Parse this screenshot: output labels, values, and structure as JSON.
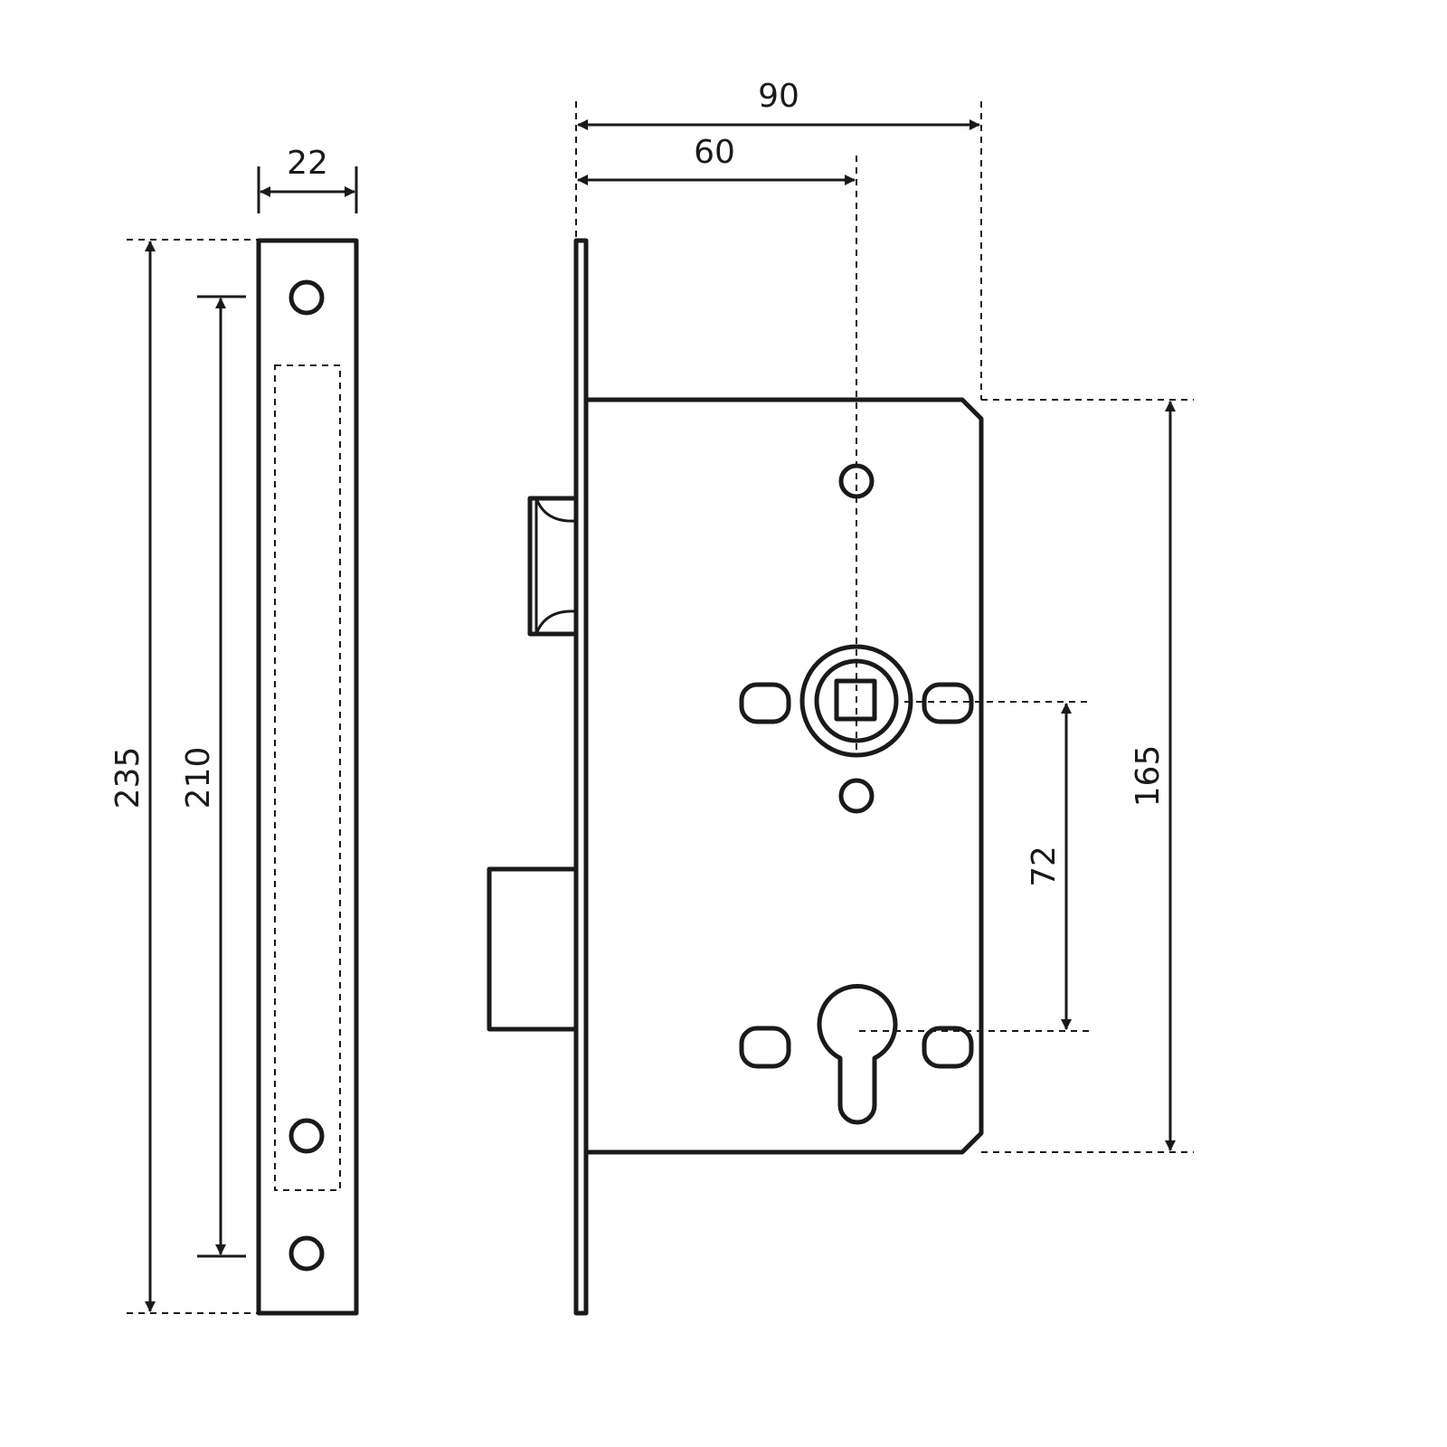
{
  "diagram": {
    "dimensions": {
      "faceplate_width": "22",
      "faceplate_height": "235",
      "screw_spacing": "210",
      "backset": "60",
      "case_depth": "90",
      "case_height": "165",
      "center_distance": "72"
    },
    "colors": {
      "line": "#1a1a1a",
      "background": "#ffffff"
    }
  }
}
